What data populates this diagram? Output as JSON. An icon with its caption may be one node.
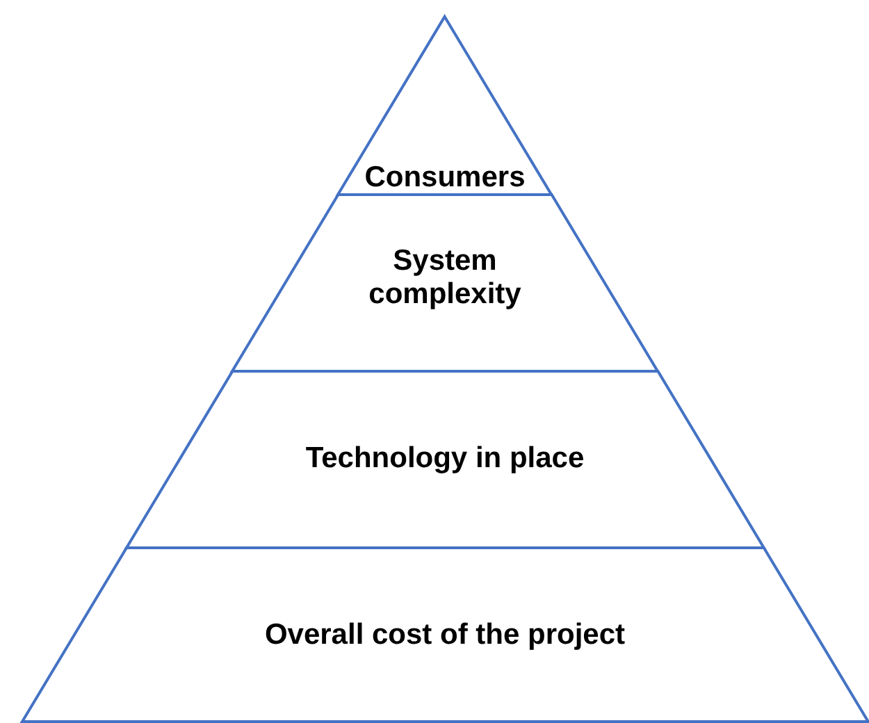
{
  "diagram": {
    "nodes": [
      {
        "text": [
          "Consumers"
        ]
      },
      {
        "text": [
          "System complexity"
        ]
      },
      {
        "text": [
          "Technology in place"
        ]
      },
      {
        "text": [
          "Overall cost of the project"
        ]
      }
    ]
  }
}
